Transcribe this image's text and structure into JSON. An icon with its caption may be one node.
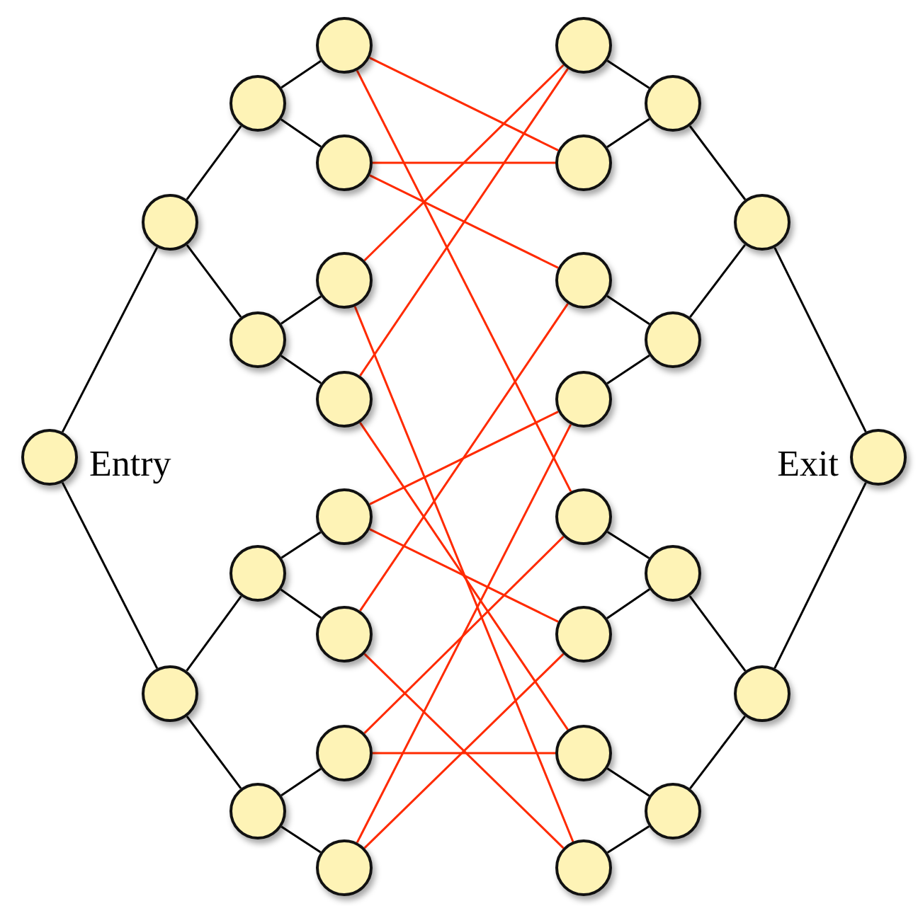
{
  "diagram": {
    "nodes": [
      {
        "text": [],
        "shape": "circle",
        "beside": [
          "Entry"
        ]
      },
      {
        "text": [],
        "shape": "circle"
      },
      {
        "text": [],
        "shape": "circle"
      },
      {
        "text": [],
        "shape": "circle"
      },
      {
        "text": [],
        "shape": "circle"
      },
      {
        "text": [],
        "shape": "circle"
      },
      {
        "text": [],
        "shape": "circle"
      },
      {
        "text": [],
        "shape": "circle"
      },
      {
        "text": [],
        "shape": "circle"
      },
      {
        "text": [],
        "shape": "circle"
      },
      {
        "text": [],
        "shape": "circle"
      },
      {
        "text": [],
        "shape": "circle"
      },
      {
        "text": [],
        "shape": "circle"
      },
      {
        "text": [],
        "shape": "circle"
      },
      {
        "text": [],
        "shape": "circle"
      },
      {
        "text": [],
        "shape": "circle",
        "beside": [
          "Exit"
        ]
      },
      {
        "text": [],
        "shape": "circle"
      },
      {
        "text": [],
        "shape": "circle"
      },
      {
        "text": [],
        "shape": "circle"
      },
      {
        "text": [],
        "shape": "circle"
      },
      {
        "text": [],
        "shape": "circle"
      },
      {
        "text": [],
        "shape": "circle"
      },
      {
        "text": [],
        "shape": "circle"
      },
      {
        "text": [],
        "shape": "circle"
      },
      {
        "text": [],
        "shape": "circle"
      },
      {
        "text": [],
        "shape": "circle"
      },
      {
        "text": [],
        "shape": "circle"
      },
      {
        "text": [],
        "shape": "circle"
      },
      {
        "text": [],
        "shape": "circle"
      },
      {
        "text": [],
        "shape": "circle"
      }
    ],
    "edges": [
      {
        "from": 0,
        "to": 1,
        "arrow": "none"
      },
      {
        "from": 0,
        "to": 2,
        "arrow": "none"
      },
      {
        "from": 1,
        "to": 3,
        "arrow": "none"
      },
      {
        "from": 1,
        "to": 4,
        "arrow": "none"
      },
      {
        "from": 2,
        "to": 5,
        "arrow": "none"
      },
      {
        "from": 2,
        "to": 6,
        "arrow": "none"
      },
      {
        "from": 3,
        "to": 7,
        "arrow": "none"
      },
      {
        "from": 3,
        "to": 8,
        "arrow": "none"
      },
      {
        "from": 4,
        "to": 9,
        "arrow": "none"
      },
      {
        "from": 4,
        "to": 10,
        "arrow": "none"
      },
      {
        "from": 5,
        "to": 11,
        "arrow": "none"
      },
      {
        "from": 5,
        "to": 12,
        "arrow": "none"
      },
      {
        "from": 6,
        "to": 13,
        "arrow": "none"
      },
      {
        "from": 6,
        "to": 14,
        "arrow": "none"
      },
      {
        "from": 15,
        "to": 16,
        "arrow": "none"
      },
      {
        "from": 15,
        "to": 17,
        "arrow": "none"
      },
      {
        "from": 16,
        "to": 18,
        "arrow": "none"
      },
      {
        "from": 16,
        "to": 19,
        "arrow": "none"
      },
      {
        "from": 17,
        "to": 20,
        "arrow": "none"
      },
      {
        "from": 17,
        "to": 21,
        "arrow": "none"
      },
      {
        "from": 18,
        "to": 22,
        "arrow": "none"
      },
      {
        "from": 18,
        "to": 23,
        "arrow": "none"
      },
      {
        "from": 19,
        "to": 24,
        "arrow": "none"
      },
      {
        "from": 19,
        "to": 25,
        "arrow": "none"
      },
      {
        "from": 20,
        "to": 26,
        "arrow": "none"
      },
      {
        "from": 20,
        "to": 27,
        "arrow": "none"
      },
      {
        "from": 21,
        "to": 28,
        "arrow": "none"
      },
      {
        "from": 21,
        "to": 29,
        "arrow": "none"
      },
      {
        "from": 7,
        "to": 23,
        "arrow": "none",
        "color": "#ff2a00"
      },
      {
        "from": 7,
        "to": 26,
        "arrow": "none",
        "color": "#ff2a00"
      },
      {
        "from": 8,
        "to": 23,
        "arrow": "none",
        "color": "#ff2a00"
      },
      {
        "from": 8,
        "to": 24,
        "arrow": "none",
        "color": "#ff2a00"
      },
      {
        "from": 9,
        "to": 22,
        "arrow": "none",
        "color": "#ff2a00"
      },
      {
        "from": 9,
        "to": 29,
        "arrow": "none",
        "color": "#ff2a00"
      },
      {
        "from": 10,
        "to": 22,
        "arrow": "none",
        "color": "#ff2a00"
      },
      {
        "from": 10,
        "to": 28,
        "arrow": "none",
        "color": "#ff2a00"
      },
      {
        "from": 11,
        "to": 25,
        "arrow": "none",
        "color": "#ff2a00"
      },
      {
        "from": 11,
        "to": 27,
        "arrow": "none",
        "color": "#ff2a00"
      },
      {
        "from": 12,
        "to": 24,
        "arrow": "none",
        "color": "#ff2a00"
      },
      {
        "from": 12,
        "to": 29,
        "arrow": "none",
        "color": "#ff2a00"
      },
      {
        "from": 13,
        "to": 28,
        "arrow": "none",
        "color": "#ff2a00"
      },
      {
        "from": 13,
        "to": 26,
        "arrow": "none",
        "color": "#ff2a00"
      },
      {
        "from": 14,
        "to": 25,
        "arrow": "none",
        "color": "#ff2a00"
      },
      {
        "from": 14,
        "to": 27,
        "arrow": "none",
        "color": "#ff2a00"
      }
    ]
  }
}
